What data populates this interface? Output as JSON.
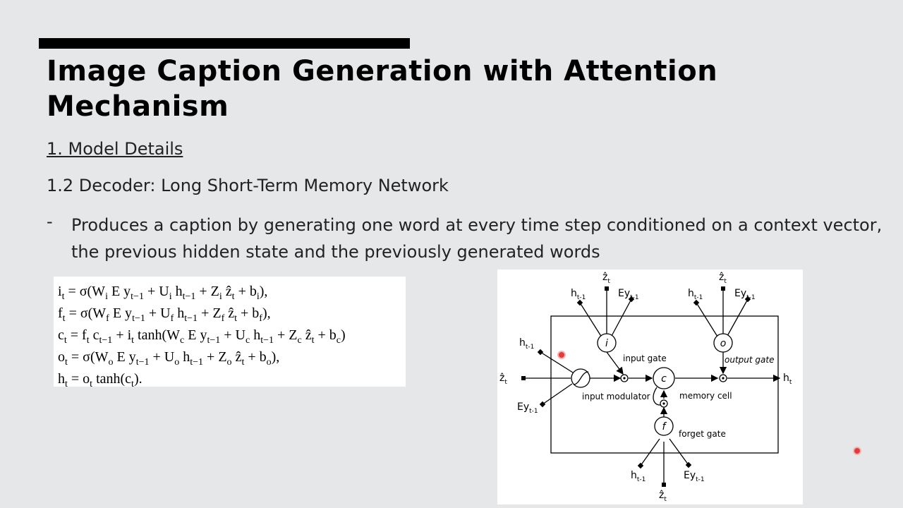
{
  "slide": {
    "title": "Image Caption Generation with Attention Mechanism",
    "section": "1. Model Details",
    "subsection": "1.2 Decoder: Long Short-Term Memory Network",
    "bullet_dash": "-",
    "bullet": "Produces a caption by generating one word at every time step conditioned on a context vector, the previous hidden state and the previously generated words"
  },
  "equations": [
    "i_t = σ(W_i E y_{t−1} + U_i h_{t−1} + Z_i ẑ_t + b_i),",
    "f_t = σ(W_f E y_{t−1} + U_f h_{t−1} + Z_f ẑ_t + b_f),",
    "c_t = f_t c_{t−1} + i_t tanh(W_c E y_{t−1} + U_c h_{t−1} + Z_c ẑ_t + b_c)",
    "o_t = σ(W_o E y_{t−1} + U_o h_{t−1} + Z_o ẑ_t + b_o),",
    "h_t = o_t tanh(c_t)."
  ],
  "diagram": {
    "gates": {
      "input": "i",
      "output": "o",
      "forget": "f",
      "cell": "c"
    },
    "labels": {
      "input_gate": "input gate",
      "output_gate": "output gate",
      "input_modulator": "input modulator",
      "memory_cell": "memory cell",
      "forget_gate": "forget gate"
    },
    "signals": {
      "z": "ẑ",
      "z_sub": "t",
      "h": "h",
      "h_prev_sub": "t-1",
      "h_out_sub": "t",
      "ey": "Ey",
      "ey_sub": "t-1"
    }
  },
  "colors": {
    "background": "#e6e7e9",
    "title_bar": "#000000",
    "record_dot": "#e23b3b"
  }
}
